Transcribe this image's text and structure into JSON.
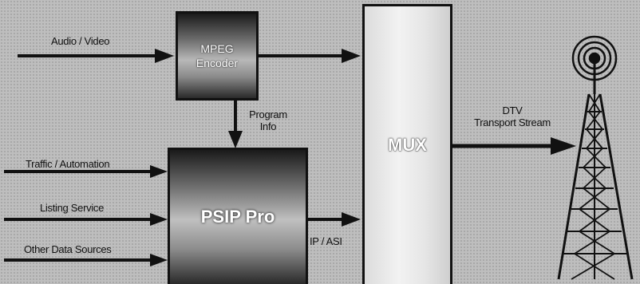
{
  "diagram": {
    "blocks": {
      "mpeg_encoder": {
        "line1": "MPEG",
        "line2": "Encoder"
      },
      "psip_pro": "PSIP Pro",
      "mux": "MUX"
    },
    "inputs": {
      "audio_video": "Audio / Video",
      "traffic_automation": "Traffic / Automation",
      "listing_service": "Listing Service",
      "other_data_sources": "Other Data Sources"
    },
    "connections": {
      "program_info": {
        "line1": "Program",
        "line2": "Info"
      },
      "ip_asi": "IP / ASI",
      "dtv_transport_stream": {
        "line1": "DTV",
        "line2": "Transport Stream"
      }
    },
    "icons": {
      "tower": "broadcast-tower-icon"
    }
  }
}
